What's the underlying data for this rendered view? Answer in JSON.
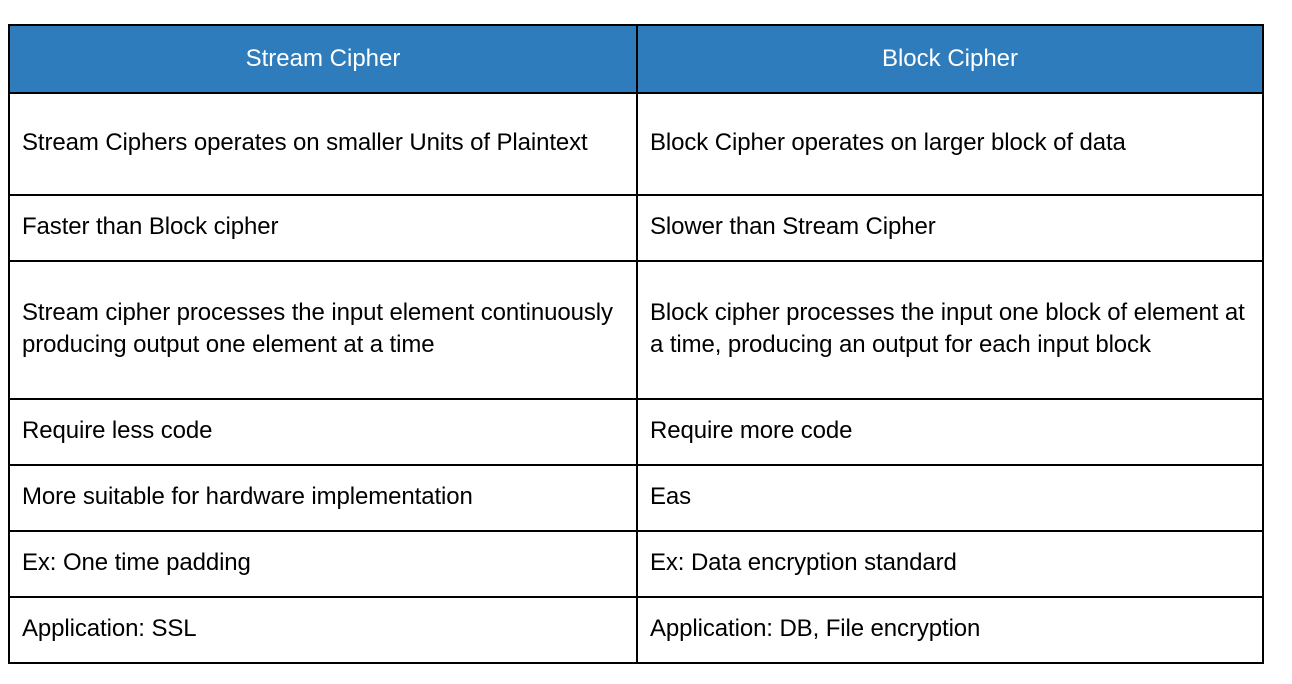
{
  "document": {
    "title": "Stream Cipher vs Block Cipher comparison table",
    "accent_color": "#2E7CBC",
    "header_text_color": "#FFFFFF",
    "body_text_color": "#000000",
    "border_color": "#000000",
    "background_color": "#FFFFFF"
  },
  "table": {
    "headers": [
      {
        "label": "Stream Cipher"
      },
      {
        "label": "Block Cipher"
      }
    ],
    "rows": [
      {
        "left": "Stream Ciphers operates on smaller Units of Plaintext",
        "right": "Block Cipher operates on larger block of data"
      },
      {
        "left": "Faster than Block cipher",
        "right": "Slower than Stream Cipher"
      },
      {
        "left": "Stream cipher processes the input element continuously producing output one element at a time",
        "right": "Block cipher processes the input one block of element at a time, producing an output for each input block"
      },
      {
        "left": "Require less code",
        "right": "Require more code"
      },
      {
        "left": "More suitable for hardware implementation",
        "right": "Eas"
      },
      {
        "left": "Ex: One time padding",
        "right": "Ex: Data encryption standard"
      },
      {
        "left": "Application: SSL",
        "right": "Application: DB, File encryption"
      }
    ]
  }
}
